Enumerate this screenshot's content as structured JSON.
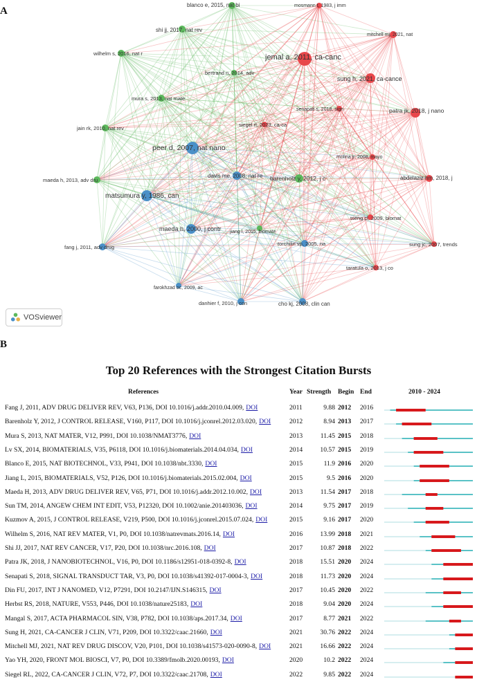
{
  "panel_a": {
    "letter": "A",
    "logo_text": "VOSviewer",
    "cluster_colors": {
      "red": "#e8474b",
      "green": "#5cb85c",
      "blue": "#4a90c8"
    },
    "nodes": [
      {
        "label": "blanco e, 2015, nat bi",
        "cluster": "green"
      },
      {
        "label": "mosmann t, 1983, j imm",
        "cluster": "red"
      },
      {
        "label": "shi jj, 2017, nat rev",
        "cluster": "green"
      },
      {
        "label": "mitchell mj, 2021, nat",
        "cluster": "red"
      },
      {
        "label": "wilhelm s, 2016, nat r",
        "cluster": "green"
      },
      {
        "label": "jemal a, 2011, ca-canc",
        "cluster": "red"
      },
      {
        "label": "bertrand n, 2014, adv",
        "cluster": "green"
      },
      {
        "label": "sung h, 2021, ca-cance",
        "cluster": "red"
      },
      {
        "label": "mura s, 2013, nat mate",
        "cluster": "green"
      },
      {
        "label": "senapati s, 2018, sign",
        "cluster": "red"
      },
      {
        "label": "patra jk, 2018, j nano",
        "cluster": "red"
      },
      {
        "label": "siegel rl, 2023, ca-ca",
        "cluster": "red"
      },
      {
        "label": "jain rk, 2010, nat rev",
        "cluster": "green"
      },
      {
        "label": "peer d, 2007, nat nano",
        "cluster": "blue"
      },
      {
        "label": "molina jr, 2008, mayo",
        "cluster": "red"
      },
      {
        "label": "davis me, 2008, nat re",
        "cluster": "blue"
      },
      {
        "label": "barenholz y, 2012, j c",
        "cluster": "green"
      },
      {
        "label": "abdelaziz hm, 2018, j",
        "cluster": "red"
      },
      {
        "label": "maeda h, 2013, adv dru",
        "cluster": "green"
      },
      {
        "label": "matsumura y, 1986, can",
        "cluster": "blue"
      },
      {
        "label": "tseng cl, 2009, biomat",
        "cluster": "red"
      },
      {
        "label": "maeda h, 2000, j contr",
        "cluster": "blue"
      },
      {
        "label": "jiang l, 2015, biomate",
        "cluster": "green"
      },
      {
        "label": "torchilin vp, 2005, na",
        "cluster": "blue"
      },
      {
        "label": "sung jc, 2007, trends",
        "cluster": "red"
      },
      {
        "label": "fang j, 2011, adv drug",
        "cluster": "blue"
      },
      {
        "label": "taratula o, 2013, j co",
        "cluster": "red"
      },
      {
        "label": "farokhzad oc, 2009, ac",
        "cluster": "blue"
      },
      {
        "label": "danhier f, 2010, j con",
        "cluster": "blue"
      },
      {
        "label": "cho kj, 2008, clin can",
        "cluster": "blue"
      }
    ]
  },
  "panel_b": {
    "letter": "B",
    "title": "Top 20 References with the Strongest Citation Bursts",
    "headers": {
      "references": "References",
      "year": "Year",
      "strength": "Strength",
      "begin": "Begin",
      "end": "End",
      "range": "2010 - 2024"
    },
    "doi_label": "DOI",
    "colors": {
      "burst": "#d7191c",
      "active": "#59c2c6",
      "pre": "#d6eef0"
    }
  },
  "chart_data": {
    "type": "table",
    "title": "Top 20 References with the Strongest Citation Bursts",
    "range": [
      2010,
      2024
    ],
    "rows": [
      {
        "reference": "Fang J, 2011, ADV DRUG DELIVER REV, V63, P136, DOI 10.1016/j.addr.2010.04.009,",
        "year": 2011,
        "strength": "9.88",
        "begin": 2012,
        "end": 2016
      },
      {
        "reference": "Barenholz Y, 2012, J CONTROL RELEASE, V160, P117, DOI 10.1016/j.jconrel.2012.03.020,",
        "year": 2012,
        "strength": "8.94",
        "begin": 2013,
        "end": 2017
      },
      {
        "reference": "Mura S, 2013, NAT MATER, V12, P991, DOI 10.1038/NMAT3776,",
        "year": 2013,
        "strength": "11.45",
        "begin": 2015,
        "end": 2018
      },
      {
        "reference": "Lv SX, 2014, BIOMATERIALS, V35, P6118, DOI 10.1016/j.biomaterials.2014.04.034,",
        "year": 2014,
        "strength": "10.57",
        "begin": 2015,
        "end": 2019
      },
      {
        "reference": "Blanco E, 2015, NAT BIOTECHNOL, V33, P941, DOI 10.1038/nbt.3330,",
        "year": 2015,
        "strength": "11.9",
        "begin": 2016,
        "end": 2020
      },
      {
        "reference": "Jiang L, 2015, BIOMATERIALS, V52, P126, DOI 10.1016/j.biomaterials.2015.02.004,",
        "year": 2015,
        "strength": "9.5",
        "begin": 2016,
        "end": 2020
      },
      {
        "reference": "Maeda H, 2013, ADV DRUG DELIVER REV, V65, P71, DOI 10.1016/j.addr.2012.10.002,",
        "year": 2013,
        "strength": "11.54",
        "begin": 2017,
        "end": 2018
      },
      {
        "reference": "Sun TM, 2014, ANGEW CHEM INT EDIT, V53, P12320, DOI 10.1002/anie.201403036,",
        "year": 2014,
        "strength": "9.75",
        "begin": 2017,
        "end": 2019
      },
      {
        "reference": "Kuzmov A, 2015, J CONTROL RELEASE, V219, P500, DOI 10.1016/j.jconrel.2015.07.024,",
        "year": 2015,
        "strength": "9.16",
        "begin": 2017,
        "end": 2020
      },
      {
        "reference": "Wilhelm S, 2016, NAT REV MATER, V1, P0, DOI 10.1038/natrevmats.2016.14,",
        "year": 2016,
        "strength": "13.99",
        "begin": 2018,
        "end": 2021
      },
      {
        "reference": "Shi JJ, 2017, NAT REV CANCER, V17, P20, DOI 10.1038/nrc.2016.108,",
        "year": 2017,
        "strength": "10.87",
        "begin": 2018,
        "end": 2022
      },
      {
        "reference": "Patra JK, 2018, J NANOBIOTECHNOL, V16, P0, DOI 10.1186/s12951-018-0392-8,",
        "year": 2018,
        "strength": "15.51",
        "begin": 2020,
        "end": 2024
      },
      {
        "reference": "Senapati S, 2018, SIGNAL TRANSDUCT TAR, V3, P0, DOI 10.1038/s41392-017-0004-3,",
        "year": 2018,
        "strength": "11.73",
        "begin": 2020,
        "end": 2024
      },
      {
        "reference": "Din FU, 2017, INT J NANOMED, V12, P7291, DOI 10.2147/IJN.S146315,",
        "year": 2017,
        "strength": "10.45",
        "begin": 2020,
        "end": 2022
      },
      {
        "reference": "Herbst RS, 2018, NATURE, V553, P446, DOI 10.1038/nature25183,",
        "year": 2018,
        "strength": "9.04",
        "begin": 2020,
        "end": 2024
      },
      {
        "reference": "Mangal S, 2017, ACTA PHARMACOL SIN, V38, P782, DOI 10.1038/aps.2017.34,",
        "year": 2017,
        "strength": "8.77",
        "begin": 2021,
        "end": 2022
      },
      {
        "reference": "Sung H, 2021, CA-CANCER J CLIN, V71, P209, DOI 10.3322/caac.21660,",
        "year": 2021,
        "strength": "30.76",
        "begin": 2022,
        "end": 2024
      },
      {
        "reference": "Mitchell MJ, 2021, NAT REV DRUG DISCOV, V20, P101, DOI 10.1038/s41573-020-0090-8,",
        "year": 2021,
        "strength": "16.66",
        "begin": 2022,
        "end": 2024
      },
      {
        "reference": "Yao YH, 2020, FRONT MOL BIOSCI, V7, P0, DOI 10.3389/fmolb.2020.00193,",
        "year": 2020,
        "strength": "10.2",
        "begin": 2022,
        "end": 2024
      },
      {
        "reference": "Siegel RL, 2022, CA-CANCER J CLIN, V72, P7, DOI 10.3322/caac.21708,",
        "year": 2022,
        "strength": "9.85",
        "begin": 2022,
        "end": 2024
      }
    ]
  }
}
